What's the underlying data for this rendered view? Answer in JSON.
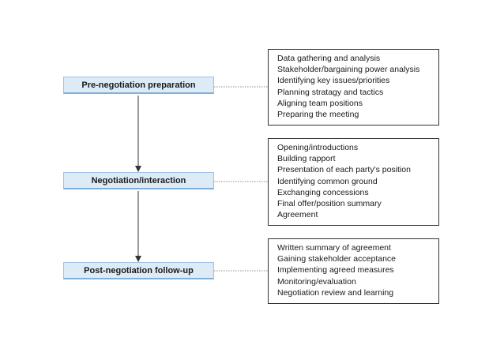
{
  "phases": [
    {
      "title": "Pre-negotiation preparation",
      "items": [
        "Data gathering and analysis",
        "Stakeholder/bargaining power analysis",
        "Identifying key issues/priorities",
        "Planning stratagy and tactics",
        "Aligning team positions",
        "Preparing the meeting"
      ]
    },
    {
      "title": "Negotiation/interaction",
      "items": [
        "Opening/introductions",
        "Building rapport",
        "Presentation of each party's position",
        "Identifying common ground",
        "Exchanging concessions",
        "Final offer/position summary",
        "Agreement"
      ]
    },
    {
      "title": "Post-negotiation follow-up",
      "items": [
        "Written summary of agreement",
        "Gaining stakeholder acceptance",
        "Implementing agreed measures",
        "Monitoring/evaluation",
        "Negotiation review and learning"
      ]
    }
  ],
  "colors": {
    "phase_fill": "#ddebf7",
    "phase_border": "#9dc3e6",
    "box_border": "#333333",
    "connector": "#555555",
    "arrow": "#333333"
  }
}
